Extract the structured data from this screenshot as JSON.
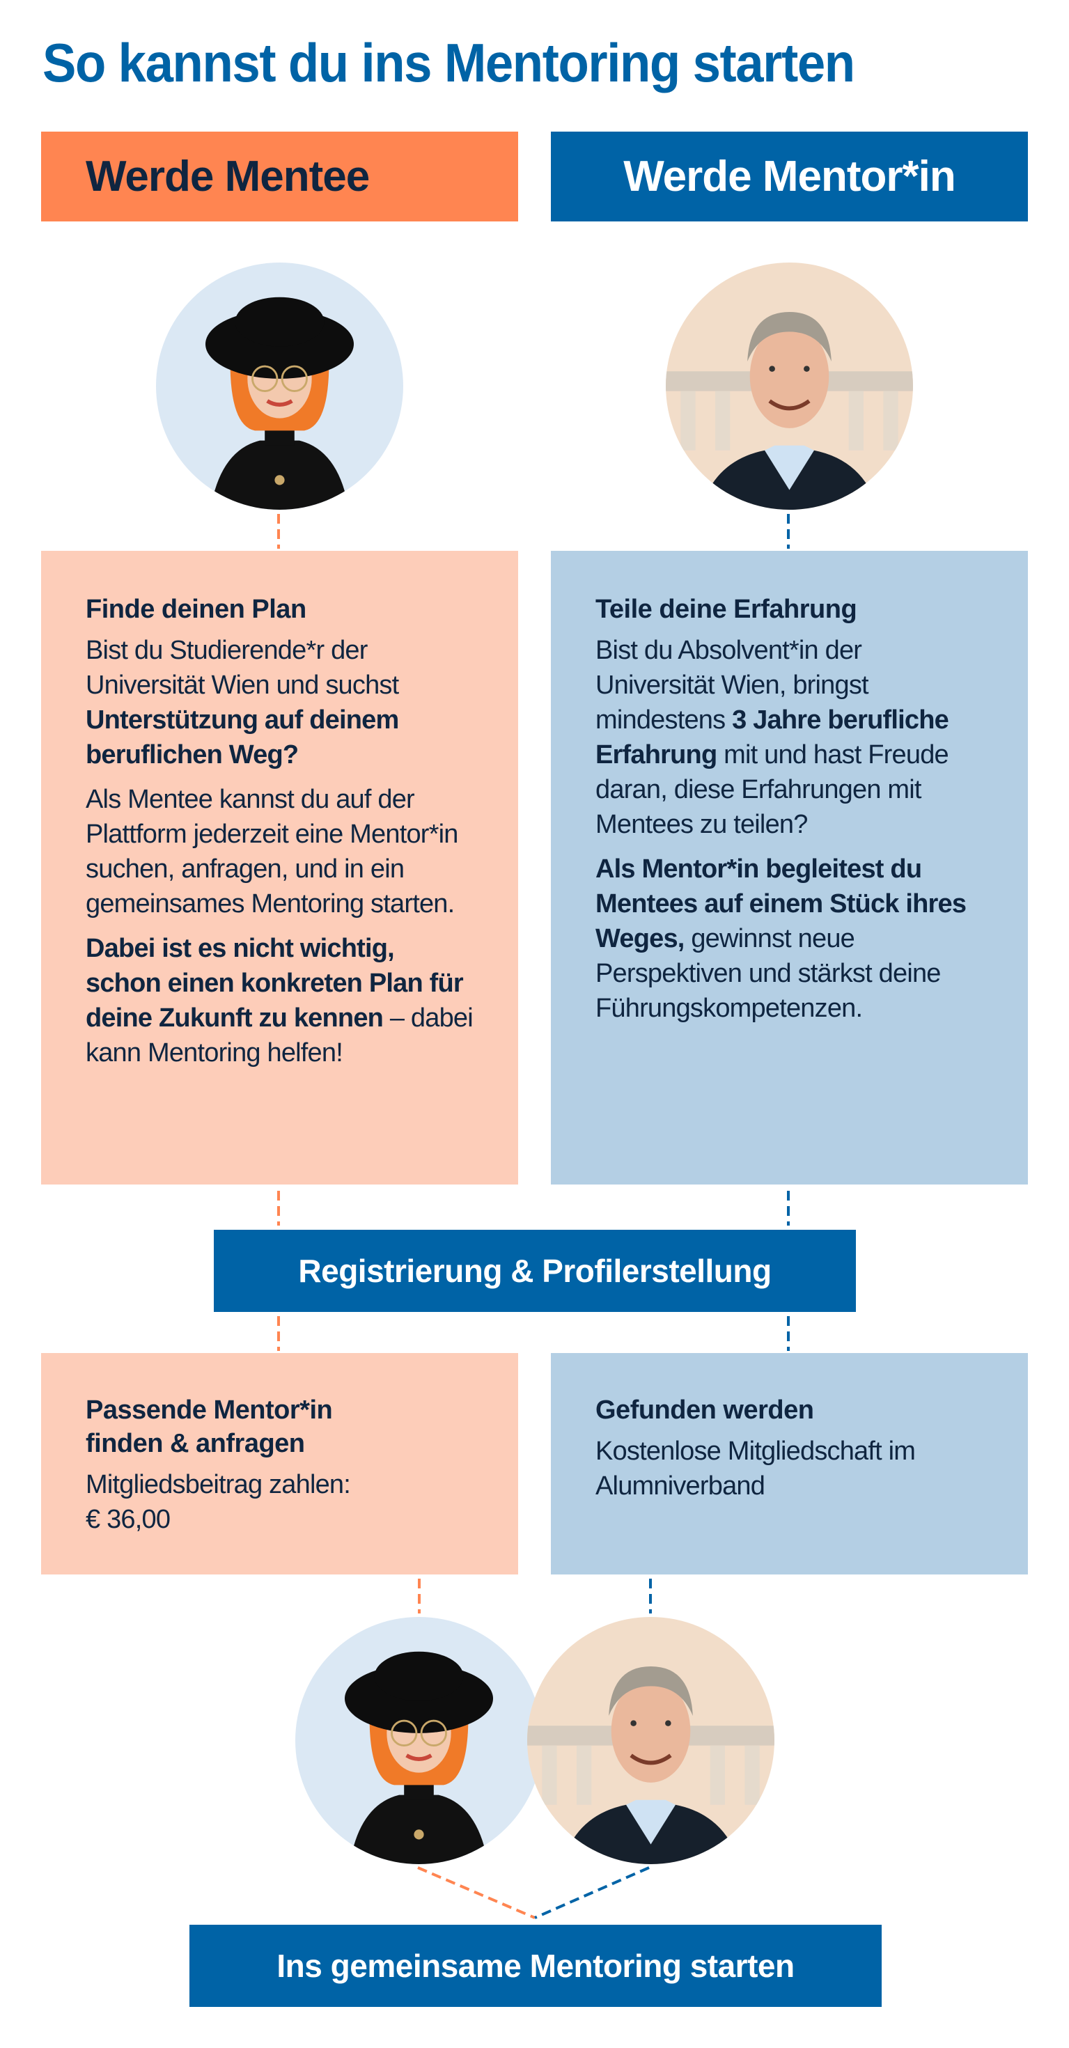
{
  "title": "So kannst du ins Mentoring starten",
  "colors": {
    "accent_blue": "#0063a6",
    "accent_orange": "#ff8551",
    "mentee_card": "#fdcdb9",
    "mentor_card": "#b4cfe4",
    "text_dark": "#0f2540"
  },
  "mentee": {
    "header": "Werde Mentee",
    "avatar_icon": "person-photo-mentee",
    "card": {
      "heading": "Finde deinen Plan",
      "p1_normal": "Bist du Studierende*r der Universität Wien und suchst ",
      "p1_bold": "Unterstützung auf deinem beruflichen Weg?",
      "p2": "Als Mentee kannst du auf der Plattform jederzeit eine Mentor*in suchen, anfragen, und in ein gemeinsames Mentoring starten.",
      "p3_bold": "Dabei ist es nicht wichtig, schon einen konkreten Plan für deine Zukunft zu kennen",
      "p3_normal": " – dabei kann Mentoring helfen!"
    },
    "step2": {
      "heading": "Passende Mentor*in finden & anfragen",
      "text_line1": "Mitgliedsbeitrag zahlen:",
      "text_line2": "€ 36,00"
    }
  },
  "mentor": {
    "header": "Werde Mentor*in",
    "avatar_icon": "person-photo-mentor",
    "card": {
      "heading": "Teile deine Erfahrung",
      "p1_a": "Bist du Absolvent*in der Universität Wien, bringst mindestens ",
      "p1_bold": "3 Jahre berufliche Erfahrung",
      "p1_b": " mit und hast Freude daran, diese Erfahrungen mit Mentees zu teilen?",
      "p2_bold": "Als Mentor*in begleitest du Mentees auf einem Stück ihres Weges,",
      "p2_normal": " gewinnst neue Perspektiven und stärkst deine Führungskompetenzen."
    },
    "step2": {
      "heading": "Gefunden werden",
      "text": "Kostenlose Mitgliedschaft im Alumniverband"
    }
  },
  "registration_label": "Registrierung & Profilerstellung",
  "final_label": "Ins gemeinsame Mentoring starten"
}
